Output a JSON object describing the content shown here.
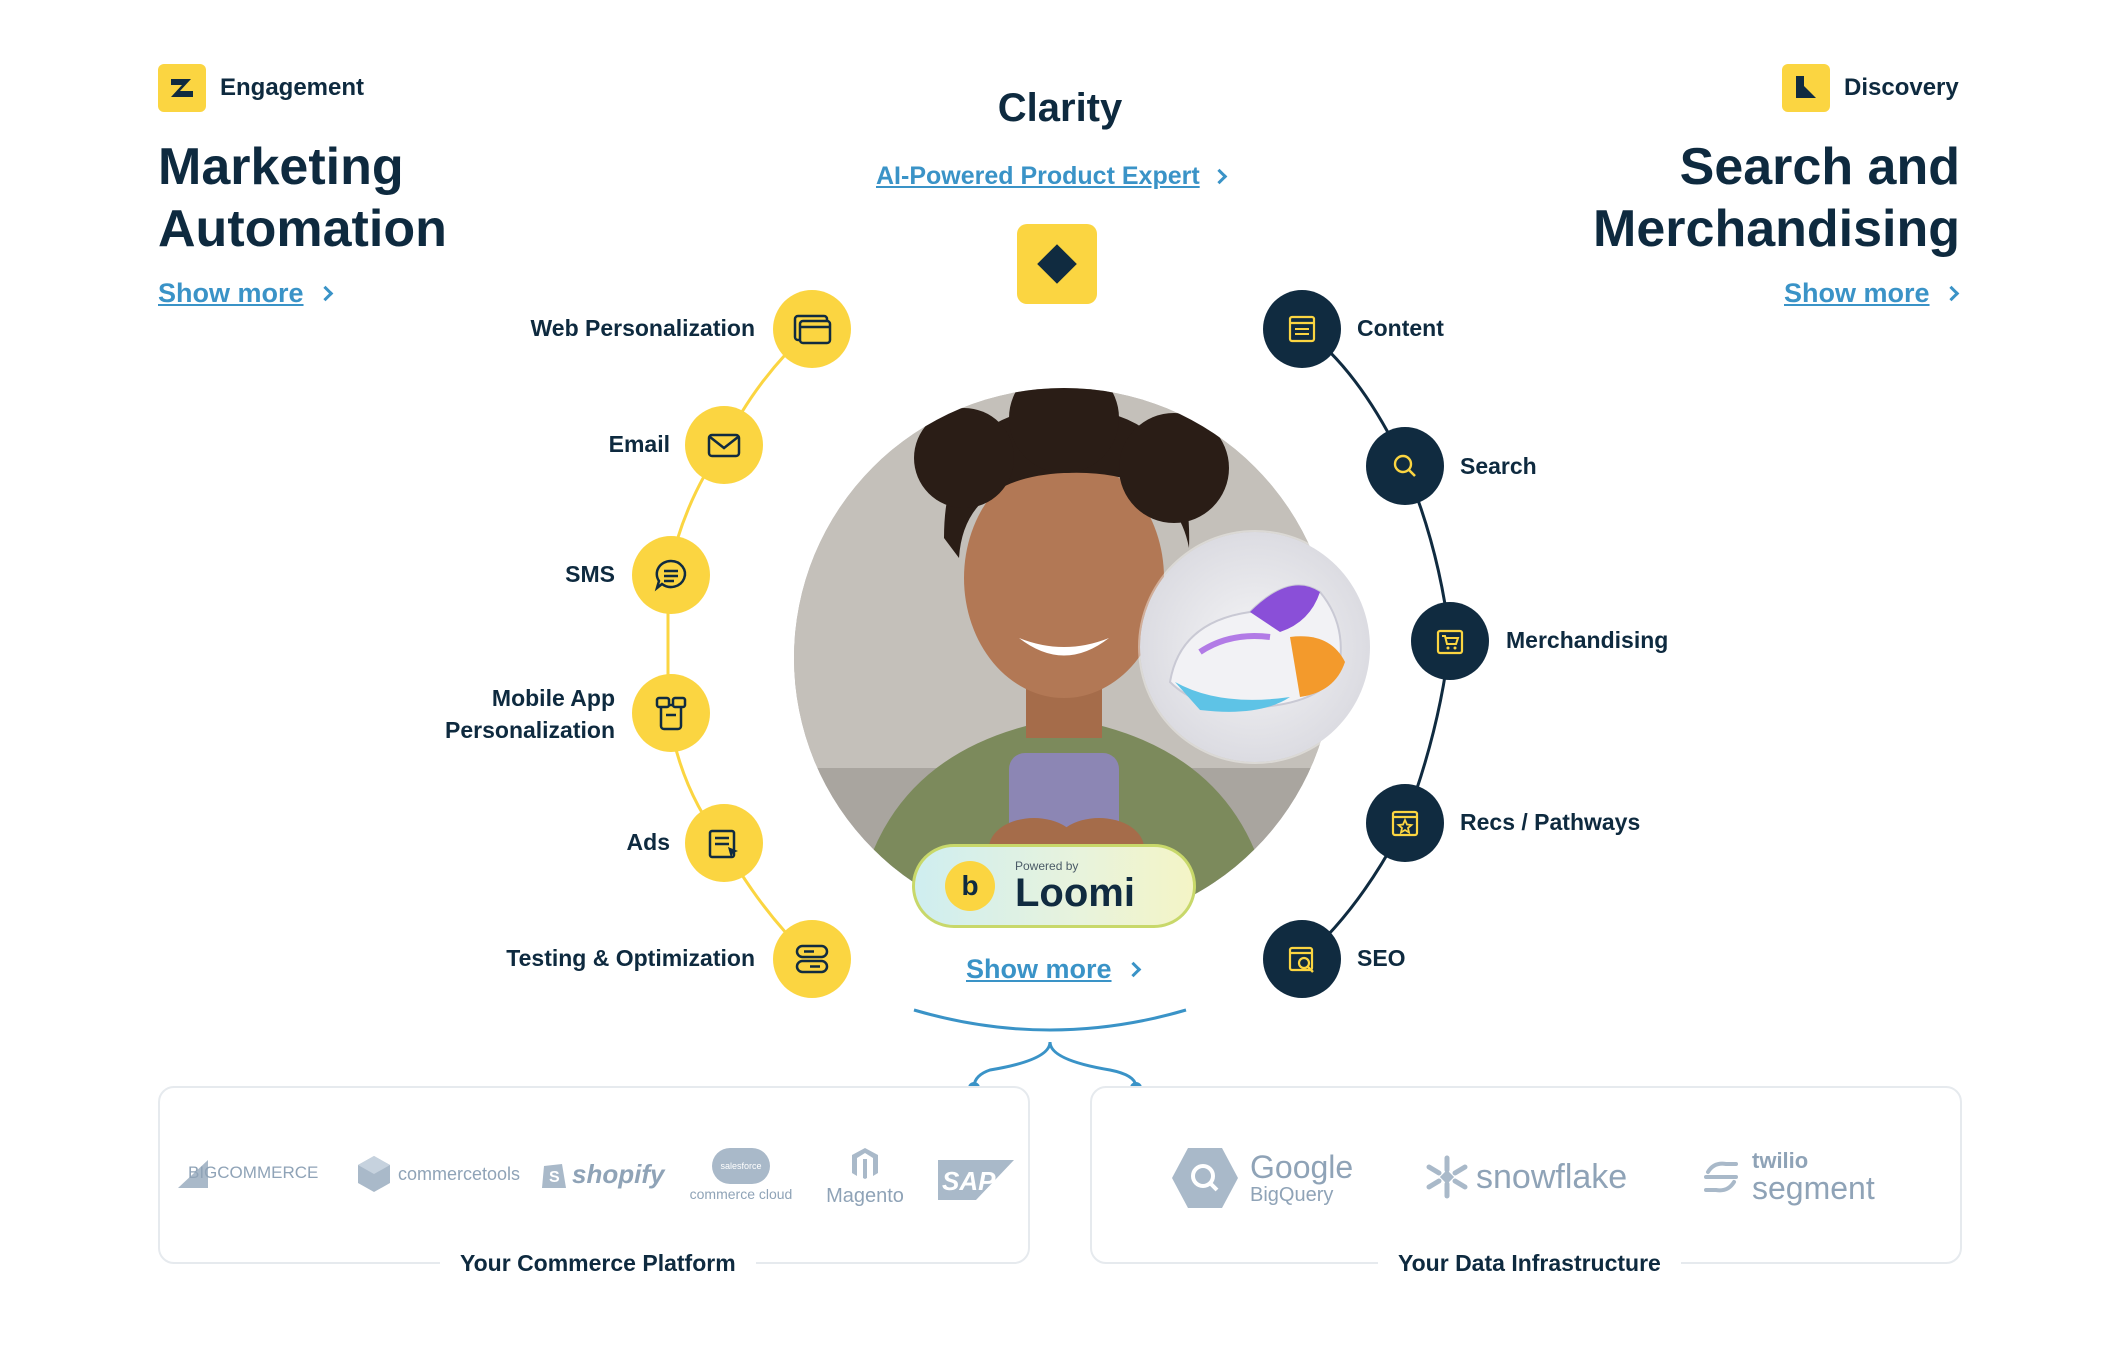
{
  "engagement": {
    "badge_label": "Engagement",
    "title_line1": "Marketing",
    "title_line2": "Automation",
    "show_more": "Show more"
  },
  "discovery": {
    "badge_label": "Discovery",
    "title_line1": "Search and",
    "title_line2": "Merchandising",
    "show_more": "Show more"
  },
  "clarity": {
    "title": "Clarity",
    "link": "AI-Powered Product Expert",
    "show_more": "Show more"
  },
  "left_nodes": [
    {
      "label": "Web Personalization",
      "icon": "browser-window-icon"
    },
    {
      "label": "Email",
      "icon": "envelope-icon"
    },
    {
      "label": "SMS",
      "icon": "chat-bubble-icon"
    },
    {
      "label_line1": "Mobile App",
      "label_line2": "Personalization",
      "icon": "mobile-app-icon"
    },
    {
      "label": "Ads",
      "icon": "ad-click-icon"
    },
    {
      "label": "Testing & Optimization",
      "icon": "toggle-switches-icon"
    }
  ],
  "right_nodes": [
    {
      "label": "Content",
      "icon": "content-page-icon"
    },
    {
      "label": "Search",
      "icon": "magnifier-icon"
    },
    {
      "label": "Merchandising",
      "icon": "cart-board-icon"
    },
    {
      "label": "Recs / Pathways",
      "icon": "star-card-icon"
    },
    {
      "label": "SEO",
      "icon": "seo-browser-icon"
    }
  ],
  "loomi": {
    "powered_by": "Powered by",
    "name": "Loomi",
    "icon_letter": "b"
  },
  "commerce": {
    "caption": "Your Commerce Platform",
    "logos": [
      "BIGCOMMERCE",
      "commercetools",
      "shopify",
      "salesforce",
      "commerce cloud",
      "Magento",
      "SAP"
    ]
  },
  "data_infra": {
    "caption": "Your Data Infrastructure",
    "logos": {
      "google": "Google",
      "bigquery": "BigQuery",
      "snowflake": "snowflake",
      "twilio": "twilio",
      "segment": "segment"
    }
  },
  "colors": {
    "yellow": "#fbd541",
    "navy": "#102b40",
    "link_blue": "#3a93c7",
    "logo_gray": "#8fa3b7"
  }
}
